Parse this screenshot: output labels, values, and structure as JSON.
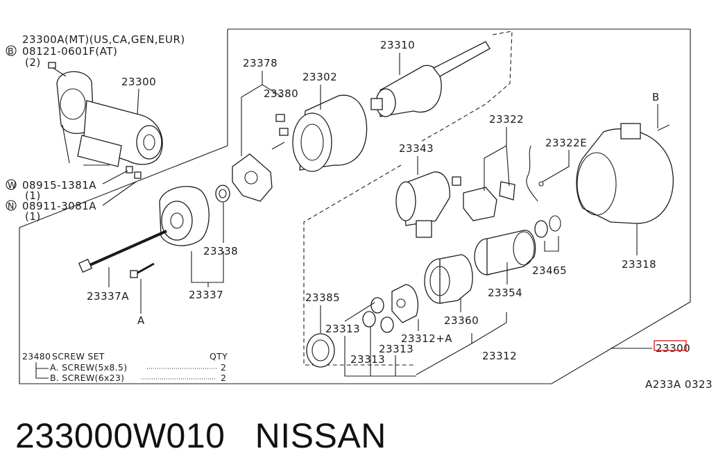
{
  "diagram": {
    "header_notes": {
      "line1": "23300A(MT)(US,CA,GEN,EUR)",
      "line2_prefix": "B",
      "line2": "08121-0601F(AT)",
      "line3": "(2)"
    },
    "fasteners": [
      {
        "prefix": "W",
        "code": "08915-1381A",
        "qty": "(1)"
      },
      {
        "prefix": "N",
        "code": "08911-3081A",
        "qty": "(1)"
      }
    ],
    "part_labels": {
      "p23300": "23300",
      "p23378": "23378",
      "p23380": "23380",
      "p23302": "23302",
      "p23310": "23310",
      "p23322": "23322",
      "p23322E": "23322E",
      "p23343": "23343",
      "p23318": "23318",
      "p23338": "23338",
      "p23337": "23337",
      "p23337A": "23337A",
      "pA": "A",
      "pB": "B",
      "p23385": "23385",
      "p23313a": "23313",
      "p23313b": "23313",
      "p23313c": "23313",
      "p23312A": "23312+A",
      "p23360": "23360",
      "p23354": "23354",
      "p23465": "23465",
      "p23312": "23312",
      "p23300_highlight": "23300"
    },
    "screw_set": {
      "code": "23480",
      "title": "SCREW SET",
      "qty_header": "QTY",
      "rows": [
        {
          "label": "A. SCREW(5x8.5)",
          "qty": "2"
        },
        {
          "label": "B. SCREW(6x23)",
          "qty": "2"
        }
      ]
    },
    "figure_code": "A233A 0323",
    "highlight_color": "#e02020"
  },
  "caption": {
    "part_number": "233000W010",
    "brand": "NISSAN"
  }
}
